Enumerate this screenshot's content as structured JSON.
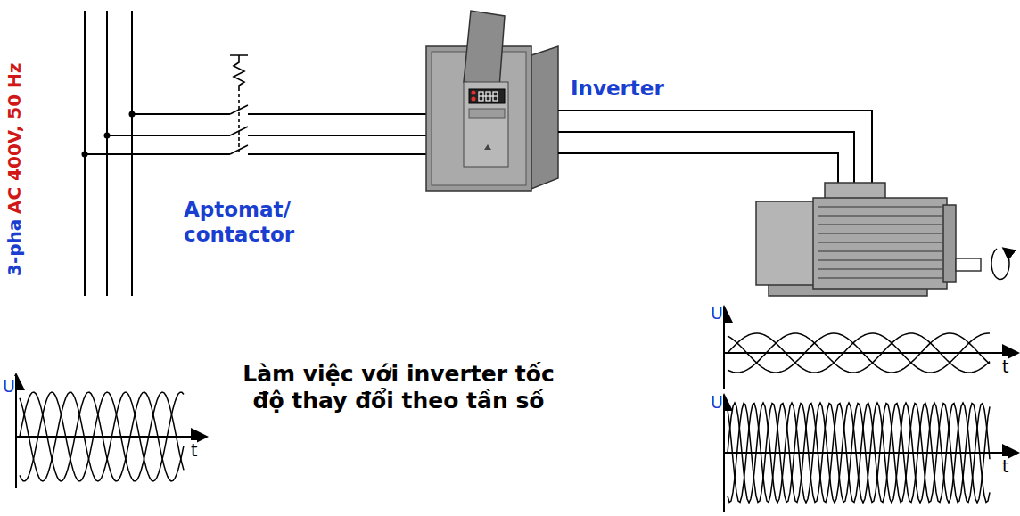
{
  "diagram": {
    "labels": [
      "3-pha",
      "AC 400V, 50 Hz",
      "Aptomat/ contactor",
      "Inverter",
      "Làm việc với inverter tốc độ thay đổi theo tần số",
      "U",
      "t",
      "U",
      "t",
      "U",
      "t"
    ]
  }
}
